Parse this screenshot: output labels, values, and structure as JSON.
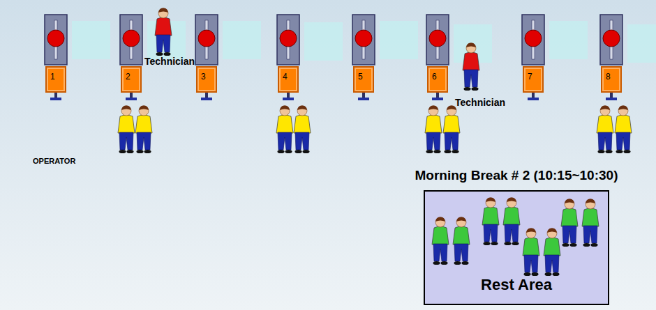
{
  "diagram": {
    "nodes": [
      {
        "text": [
          "1"
        ]
      },
      {
        "text": [
          "2"
        ]
      },
      {
        "text": [
          "3"
        ]
      },
      {
        "text": [
          "4"
        ]
      },
      {
        "text": [
          "5"
        ]
      },
      {
        "text": [
          "6"
        ]
      },
      {
        "text": [
          "7"
        ]
      },
      {
        "text": [
          "8"
        ]
      },
      {
        "text": [
          "Morning Break # 2 (10:15~10:30)",
          "Rest Area"
        ]
      }
    ],
    "labels": [
      "Technician",
      "Technician",
      "OPERATOR"
    ]
  }
}
